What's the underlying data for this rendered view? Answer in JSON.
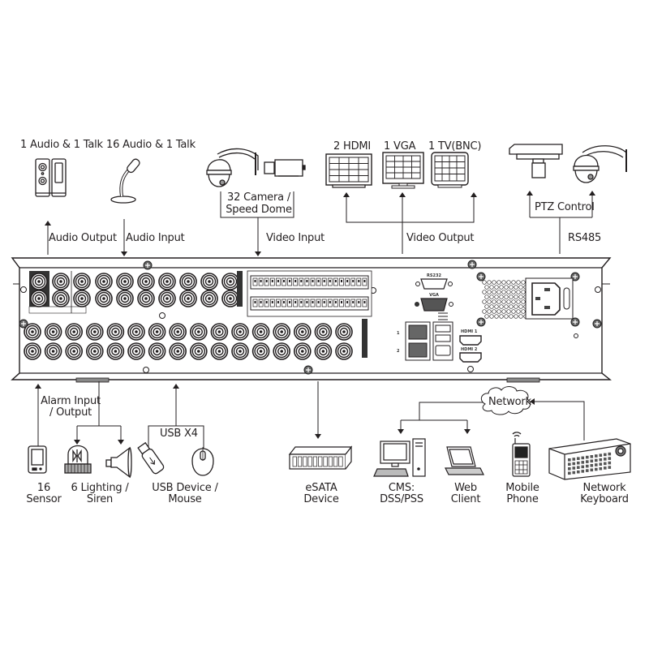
{
  "diagram": {
    "title": "DVR rear panel connection diagram",
    "top": {
      "audio_out_device": "1 Audio  & 1 Talk",
      "audio_in_device": "16 Audio & 1 Talk",
      "camera_device": [
        "32 Camera /",
        "Speed Dome"
      ],
      "monitor_hdmi": "2  HDMI",
      "monitor_vga": "1 VGA",
      "monitor_tv": "1 TV(BNC)",
      "ptz_label": "PTZ Control",
      "audio_output": "Audio  Output",
      "audio_input": "Audio  Input",
      "video_input": "Video Input",
      "video_output": "Video Output",
      "rs485": "RS485"
    },
    "panel": {
      "rs232": "RS232",
      "vga": "VGA",
      "hdmi1": "HDMI 1",
      "hdmi2": "HDMI 2",
      "lan1": "1",
      "lan2": "2"
    },
    "bottom": {
      "alarm": [
        "Alarm Input",
        "/ Output"
      ],
      "sensor": [
        "16",
        "Sensor"
      ],
      "lighting": [
        "6 Lighting /",
        "Siren"
      ],
      "usb_label": "USB X4",
      "usb_device": [
        "USB Device /",
        "Mouse"
      ],
      "esata": [
        "eSATA",
        "Device"
      ],
      "network": "Network",
      "cms": [
        "CMS:",
        "DSS/PSS"
      ],
      "web": [
        "Web",
        "Client"
      ],
      "mobile": [
        "Mobile",
        "Phone"
      ],
      "keyboard": [
        "Network",
        "Keyboard"
      ]
    }
  }
}
